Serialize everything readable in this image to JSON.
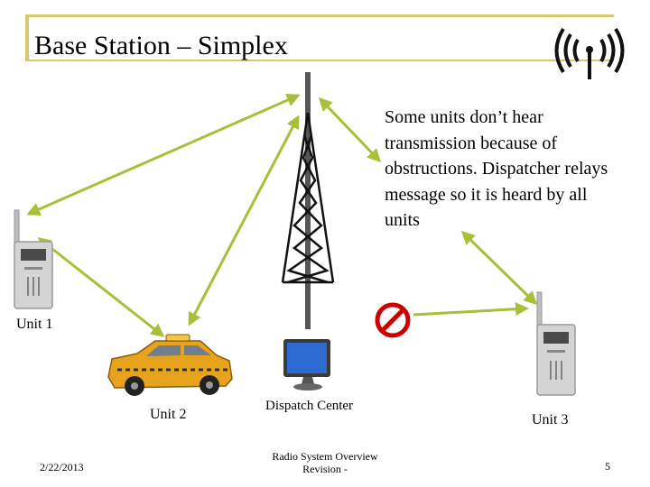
{
  "slide": {
    "title": "Base Station – Simplex",
    "note": "Some units don’t hear transmission because of obstructions. Dispatcher relays message so it is heard by all units"
  },
  "labels": {
    "unit1": "Unit 1",
    "unit2": "Unit 2",
    "unit3": "Unit 3",
    "dispatch": "Dispatch Center"
  },
  "footer": {
    "date": "2/22/2013",
    "center_line1": "Radio System Overview",
    "center_line2": "Revision -",
    "page": "5"
  },
  "icons": {
    "logo": "radio-signal-icon",
    "blocked": "no-entry-icon",
    "tower": "radio-tower",
    "unit1": "handheld-radio-icon",
    "unit2": "taxi-car-icon",
    "dispatch": "computer-monitor-icon",
    "unit3": "handheld-radio-icon"
  },
  "colors": {
    "accent": "#d6ca6a",
    "arrow": "#a8bf3a",
    "blocked": "#cc0000",
    "taxi": "#e8a31c"
  }
}
